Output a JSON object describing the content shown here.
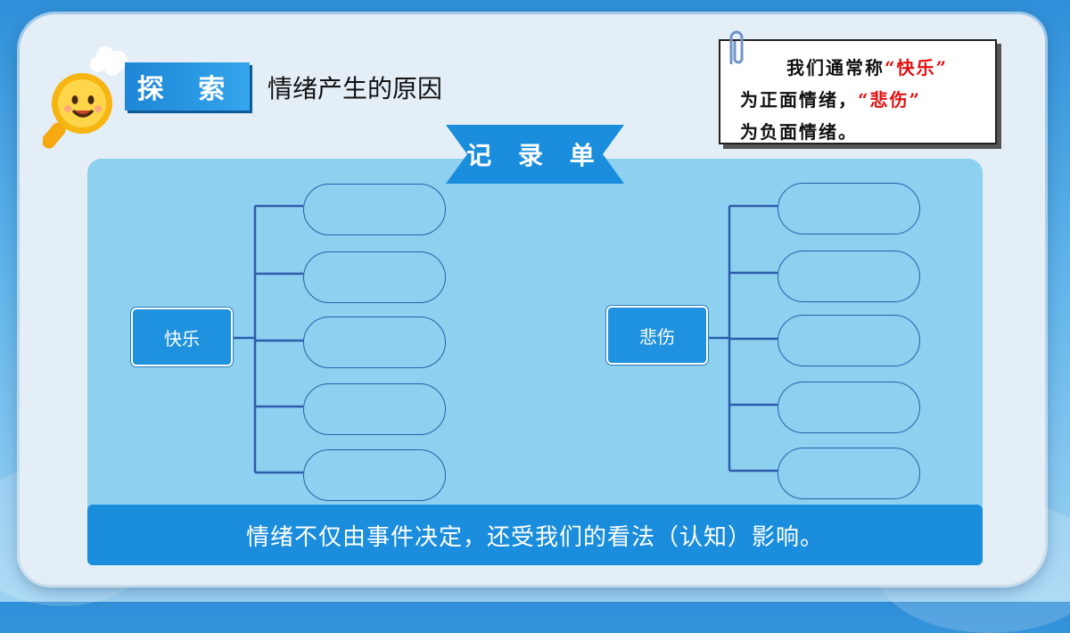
{
  "header": {
    "tag": "探 索",
    "title": "情绪产生的原因"
  },
  "note": {
    "line1_prefix": "我们通常称",
    "line1_highlight": "“快乐”",
    "line2_prefix": "为正面情绪，",
    "line2_highlight": "“悲伤”",
    "line3": "为负面情绪。"
  },
  "banner": {
    "label": "记 录 单"
  },
  "diagram": {
    "left_root": "快乐",
    "right_root": "悲伤",
    "left_branches": [
      "",
      "",
      "",
      "",
      ""
    ],
    "right_branches": [
      "",
      "",
      "",
      "",
      ""
    ]
  },
  "footer": {
    "text": "情绪不仅由事件决定，还受我们的看法（认知）影响。"
  },
  "colors": {
    "accent_blue": "#1a8ddd",
    "highlight_red": "#e10f0f",
    "panel_blue": "#8dd0ef"
  },
  "icons": [
    "smiley-magnifier-icon",
    "thought-cloud-icon",
    "paperclip-icon"
  ]
}
